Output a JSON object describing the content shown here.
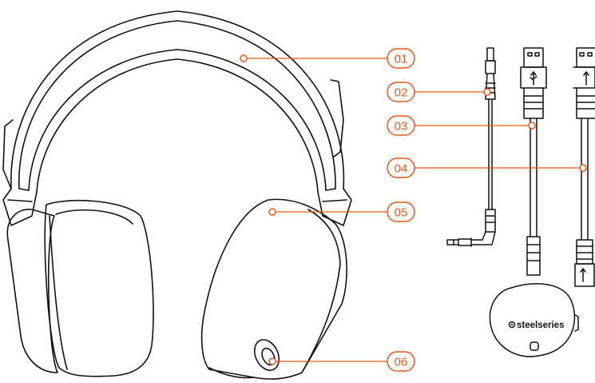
{
  "diagram": {
    "accent_color": "#e0581e",
    "line_color": "#111111",
    "callouts": [
      {
        "id": "01",
        "label": "01"
      },
      {
        "id": "02",
        "label": "02"
      },
      {
        "id": "03",
        "label": "03"
      },
      {
        "id": "04",
        "label": "04"
      },
      {
        "id": "05",
        "label": "05"
      },
      {
        "id": "06",
        "label": "06"
      }
    ],
    "brand_logo": "steelseries",
    "icons": [
      "headset-icon",
      "mic-cable-icon",
      "usb-plug-icon",
      "usb-cable-icon",
      "usb-adapter-icon",
      "steelseries-logo-icon"
    ]
  }
}
